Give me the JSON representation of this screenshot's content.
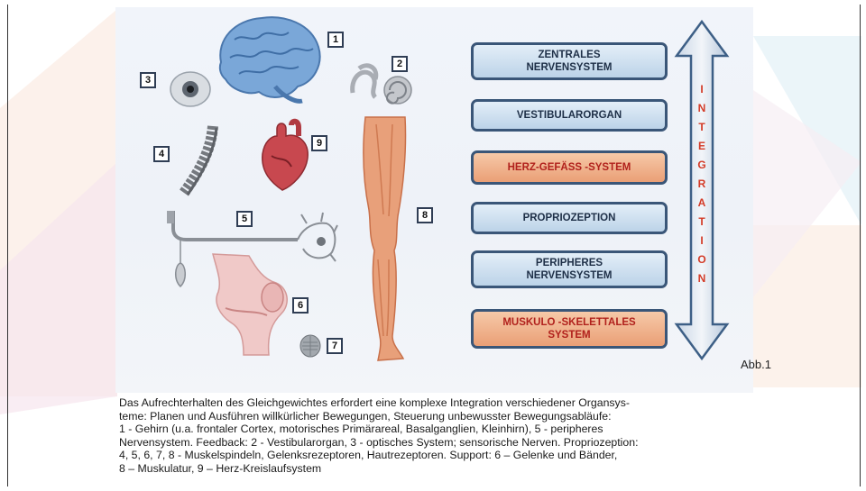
{
  "figure": {
    "numbers": [
      "1",
      "2",
      "3",
      "4",
      "5",
      "6",
      "7",
      "8",
      "9"
    ],
    "systems": [
      {
        "label": "ZENTRALES\nNERVENSYSTEM",
        "color": "blue"
      },
      {
        "label": "VESTIBULARORGAN",
        "color": "blue"
      },
      {
        "label": "HERZ-GEFÄSS -SYSTEM",
        "color": "orange"
      },
      {
        "label": "PROPRIOZEPTION",
        "color": "blue"
      },
      {
        "label": "PERIPHERES\nNERVENSYSTEM",
        "color": "blue"
      },
      {
        "label": "MUSKULO -SKELETTALES\nSYSTEM",
        "color": "orange"
      }
    ],
    "integration_letters": [
      "I",
      "N",
      "T",
      "E",
      "G",
      "R",
      "A",
      "T",
      "I",
      "O",
      "N"
    ],
    "figure_label": "Abb.1",
    "colors": {
      "blue_box": "#bcd3e8",
      "orange_box": "#ea9f76",
      "orange_text": "#b1211c",
      "integration_text": "#d33a26",
      "box_border": "#3a5678"
    }
  },
  "caption_lines": [
    "Das Aufrechterhalten des Gleichgewichtes erfordert eine komplexe Integration verschiedener Organsys-",
    "teme: Planen und Ausführen willkürlicher Bewegungen, Steuerung unbewusster Bewegungsabläufe:",
    "1 - Gehirn (u.a. frontaler Cortex, motorisches Primärareal, Basalganglien, Kleinhirn), 5 - peripheres",
    "Nervensystem. Feedback: 2 - Vestibularorgan, 3 - optisches System; sensorische Nerven. Propriozeption:",
    "4, 5, 6, 7, 8 - Muskelspindeln, Gelenksrezeptoren, Hautrezeptoren. Support: 6 – Gelenke und Bänder,",
    "8 – Muskulatur, 9 – Herz-Kreislaufsystem"
  ]
}
